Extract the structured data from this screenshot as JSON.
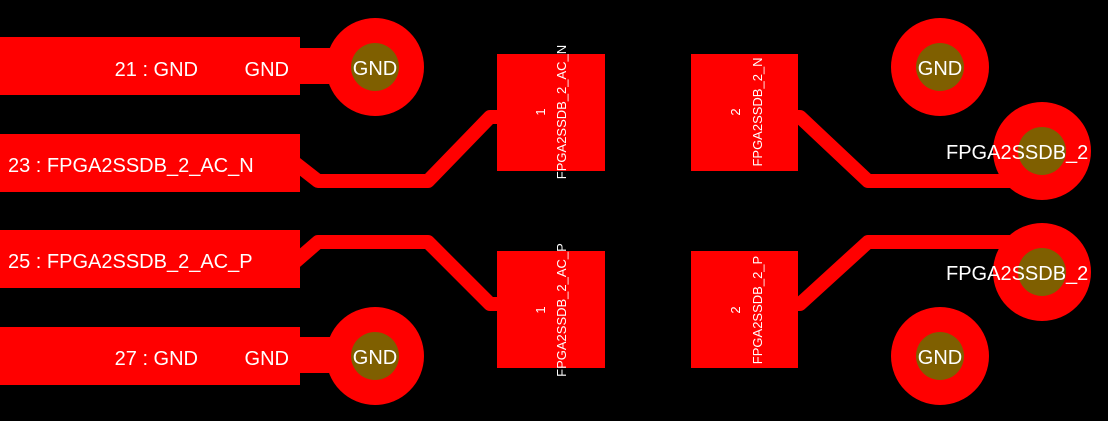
{
  "view": {
    "background_color": "#000000",
    "copper_color": "#ff0000",
    "drill_color": "#7f5f00",
    "text_color": "#ffffff"
  },
  "pins": [
    {
      "label": "21 : GND",
      "net_label": "GND"
    },
    {
      "label": "23 : FPGA2SSDB_2_AC_N",
      "net_label": ""
    },
    {
      "label": "25 : FPGA2SSDB_2_AC_P",
      "net_label": ""
    },
    {
      "label": "27 : GND",
      "net_label": "GND"
    }
  ],
  "vias_left": [
    {
      "net": "GND"
    },
    {
      "net": "GND"
    }
  ],
  "vias_right": [
    {
      "net": "GND"
    },
    {
      "net": "FPGA2SSDB_2"
    },
    {
      "net": "FPGA2SSDB_2"
    },
    {
      "net": "GND"
    }
  ],
  "pads": [
    {
      "pin": "1",
      "net": "FPGA2SSDB_2_AC_N"
    },
    {
      "pin": "2",
      "net": "FPGA2SSDB_2_N"
    },
    {
      "pin": "1",
      "net": "FPGA2SSDB_2_AC_P"
    },
    {
      "pin": "2",
      "net": "FPGA2SSDB_2_P"
    }
  ]
}
